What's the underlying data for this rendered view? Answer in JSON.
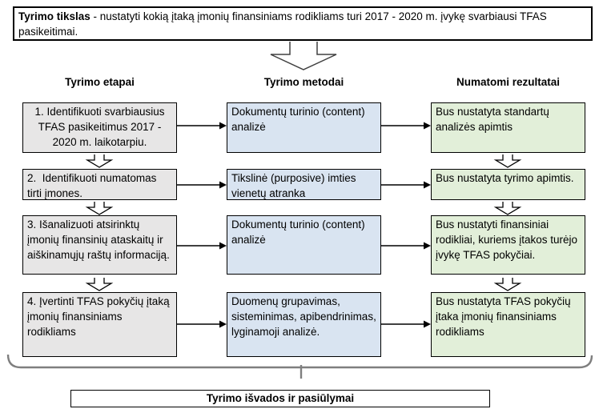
{
  "goal": {
    "bold": "Tyrimo tikslas",
    "rest": " - nustatyti kokią įtaką įmonių finansiniams rodikliams turi 2017 - 2020 m. įvykę svarbiausi TFAS pasikeitimai."
  },
  "headers": [
    "Tyrimo etapai",
    "Tyrimo metodai",
    "Numatomi rezultatai"
  ],
  "rows": [
    {
      "etapas": "1. Identifikuoti svarbiausius TFAS pasikeitimus 2017 - 2020 m. laikotarpiu.",
      "metodas": "Dokumentų turinio (content) analizė",
      "rezultatas": "Bus nustatyta standartų analizės apimtis"
    },
    {
      "etapas": "2.  Identifikuoti numatomas tirti įmones.",
      "metodas": "Tikslinė (purposive) imties vienetų atranka",
      "rezultatas": "Bus nustatyta tyrimo apimtis."
    },
    {
      "etapas": "3. Išanalizuoti atsirinktų įmonių finansinių ataskaitų ir aiškinamųjų raštų informaciją.",
      "metodas": "Dokumentų turinio (content) analizė",
      "rezultatas": "Bus nustatyti finansiniai rodikliai, kuriems įtakos turėjo įvykę TFAS pokyčiai."
    },
    {
      "etapas": "4. Įvertinti TFAS pokyčių įtaką įmonių finansiniams rodikliams",
      "metodas": "Duomenų grupavimas, sisteminimas, apibendrinimas, lyginamoji analizė.",
      "rezultatas": "Bus nustatyta TFAS pokyčių įtaka įmonių finansiniams rodikliams"
    }
  ],
  "conclusion": {
    "label": "Tyrimo išvados ir pasiūlymai"
  },
  "colors": {
    "stage_fill": "#e7e6e6",
    "method_fill": "#d9e4f1",
    "result_fill": "#e2efd9",
    "border": "#000000",
    "brace": "#7f7f7f"
  }
}
